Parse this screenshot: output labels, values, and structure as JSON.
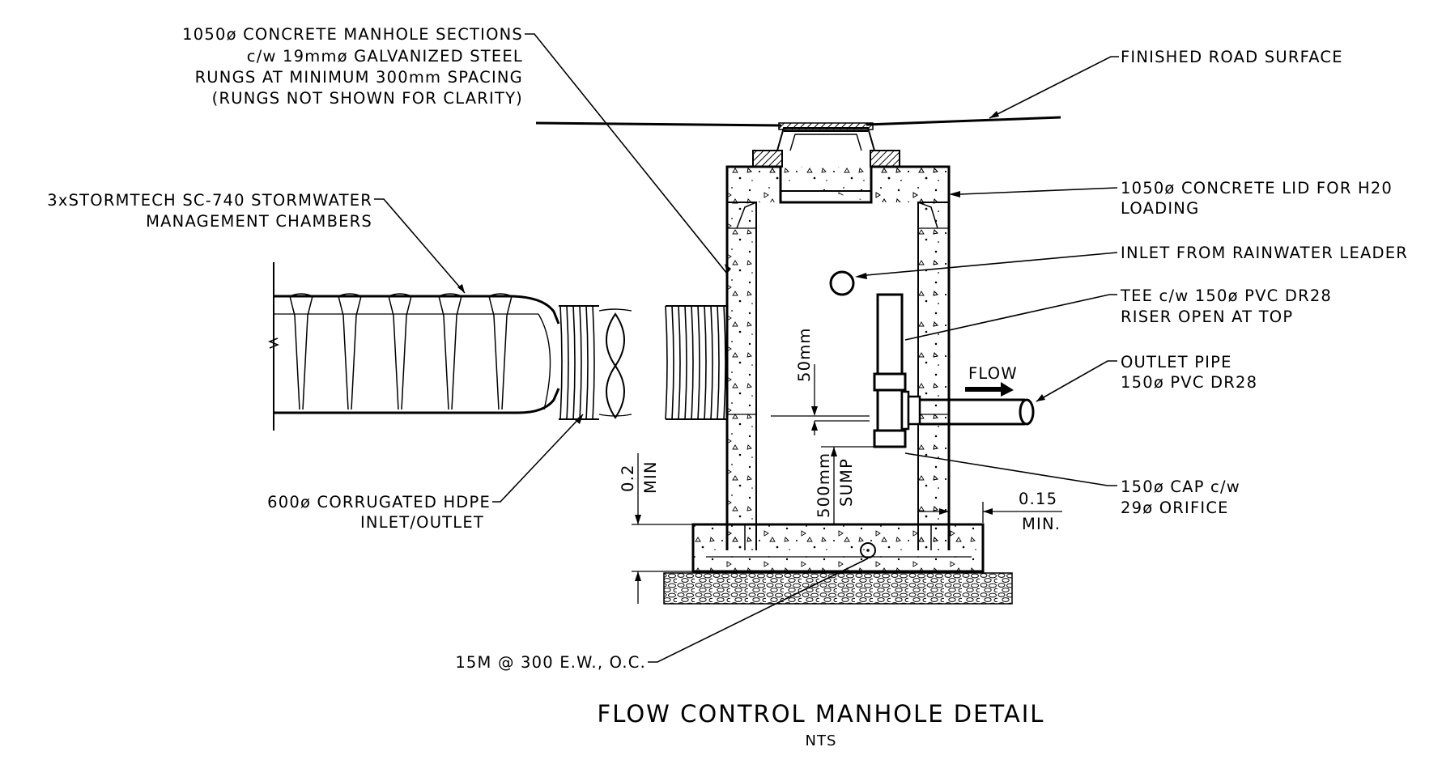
{
  "title": "FLOW CONTROL MANHOLE DETAIL",
  "subtitle": "NTS",
  "callouts": {
    "manhole_sections": [
      "1050ø CONCRETE MANHOLE SECTIONS",
      "c/w 19mmø GALVANIZED STEEL",
      "RUNGS AT MINIMUM 300mm SPACING",
      "(RUNGS NOT SHOWN FOR CLARITY)"
    ],
    "stormtech": [
      "3xSTORMTECH SC-740 STORMWATER",
      "MANAGEMENT CHAMBERS"
    ],
    "road_surface": "FINISHED ROAD SURFACE",
    "concrete_lid": [
      "1050ø CONCRETE LID FOR H20",
      "LOADING"
    ],
    "inlet_leader": "INLET FROM RAINWATER LEADER",
    "tee_riser": [
      "TEE c/w 150ø PVC DR28",
      "RISER OPEN AT TOP"
    ],
    "outlet_pipe": [
      "OUTLET PIPE",
      "150ø PVC DR28"
    ],
    "cap_orifice": [
      "150ø CAP c/w",
      "29ø ORIFICE"
    ],
    "hdpe_inlet": [
      "600ø CORRUGATED HDPE",
      "INLET/OUTLET"
    ],
    "rebar": "15M @ 300 E.W., O.C."
  },
  "dimensions": {
    "fifty_mm": "50mm",
    "sump_value": "500mm",
    "sump_label": "SUMP",
    "min_02_value": "0.2",
    "min_02_label": "MIN",
    "min_015_value": "0.15",
    "min_015_label": "MIN."
  },
  "flow_label": "FLOW",
  "colors": {
    "line": "#000000",
    "background": "#ffffff"
  }
}
